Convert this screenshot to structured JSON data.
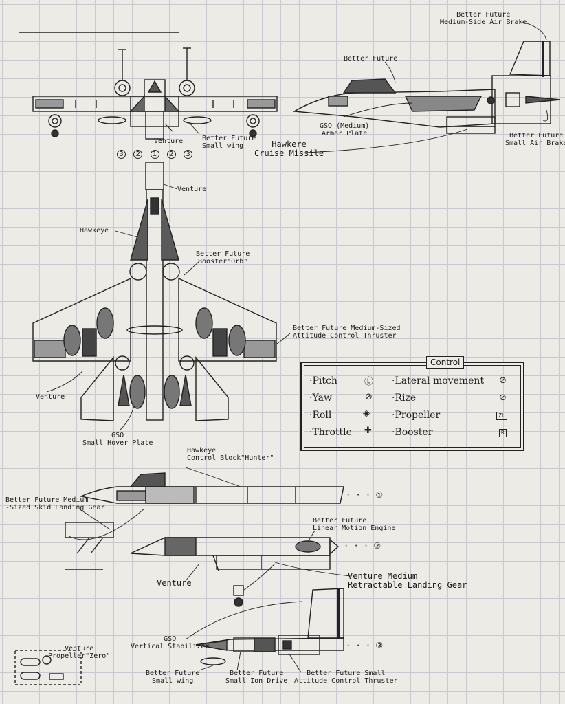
{
  "labels": {
    "bf_air_brake_mid": "Better Future\nMedium-Side Air Brake",
    "bf_top_right": "Better Future",
    "gso_armor": "GSO (Medium)\nArmor Plate",
    "bf_small_air_brake": "Better Future\nSmall Air Brake",
    "hawkeye_missile": "Hawkere\nCruise Missile",
    "venture_top": "Venture",
    "bf_small_wing_top": "Better Future\nSmall wing",
    "venture_mid": "Venture",
    "hawkeye_mid": "Hawkeye",
    "bf_booster_orb": "Better Future\nBooster\"Orb\"",
    "bf_attitude_mid": "Better Future Medium-Sized\nAttitude Control Thruster",
    "venture_left": "Venture",
    "gso_hover": "GSO\nSmall Hover Plate",
    "hawkeye_control": "Hawkeye\nControl Block\"Hunter\"",
    "bf_skid": "Better Future Medium\n-Sized Skid Landing Gear",
    "bf_linear": "Better Future\nLinear Motion Engine",
    "venture_low": "Venture",
    "venture_gear": "Venture Medium\nRetractable Landing Gear",
    "gso_vstab": "GSO\nVertical Stabilizer",
    "venture_prop": "Venture\nPropeller\"Zero\"",
    "bf_small_wing_low": "Better Future\nSmall wing",
    "bf_ion": "Better Future\nSmall Ion Drive",
    "bf_attitude_small": "Better Future Small\nAttitude Control Thruster"
  },
  "part_numbers": [
    "3",
    "2",
    "1",
    "2",
    "3"
  ],
  "part_refs": {
    "one": "· · · ①",
    "two": "· · · ②",
    "three": "· · · ③"
  },
  "control": {
    "title": "Control",
    "left": [
      {
        "label": "·Pitch",
        "icon": "left-stick-vertical-icon"
      },
      {
        "label": "·Yaw",
        "icon": "none-icon"
      },
      {
        "label": "·Roll",
        "icon": "left-stick-horizontal-icon"
      },
      {
        "label": "·Throttle",
        "icon": "dpad-icon"
      }
    ],
    "right": [
      {
        "label": "·Lateral movement",
        "icon": "none-icon"
      },
      {
        "label": "·Rize",
        "icon": "none-icon"
      },
      {
        "label": "·Propeller",
        "key": "ZL"
      },
      {
        "label": "·Booster",
        "key": "R"
      }
    ]
  }
}
